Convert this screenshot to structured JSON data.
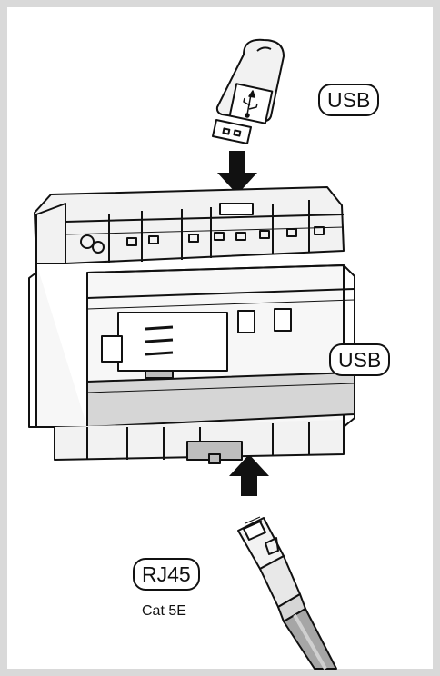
{
  "labels": {
    "usb_top": "USB",
    "usb_side": "USB",
    "rj45": "RJ45",
    "cable_spec": "Cat 5E"
  },
  "icons": {
    "usb_symbol": "usb-icon"
  },
  "colors": {
    "background": "#d9d9d9",
    "panel": "#ffffff",
    "device_body": "#f2f2f2",
    "device_shade": "#d6d6d6",
    "outline": "#111111",
    "arrow": "#111111",
    "cable": "#a6a6a6"
  }
}
